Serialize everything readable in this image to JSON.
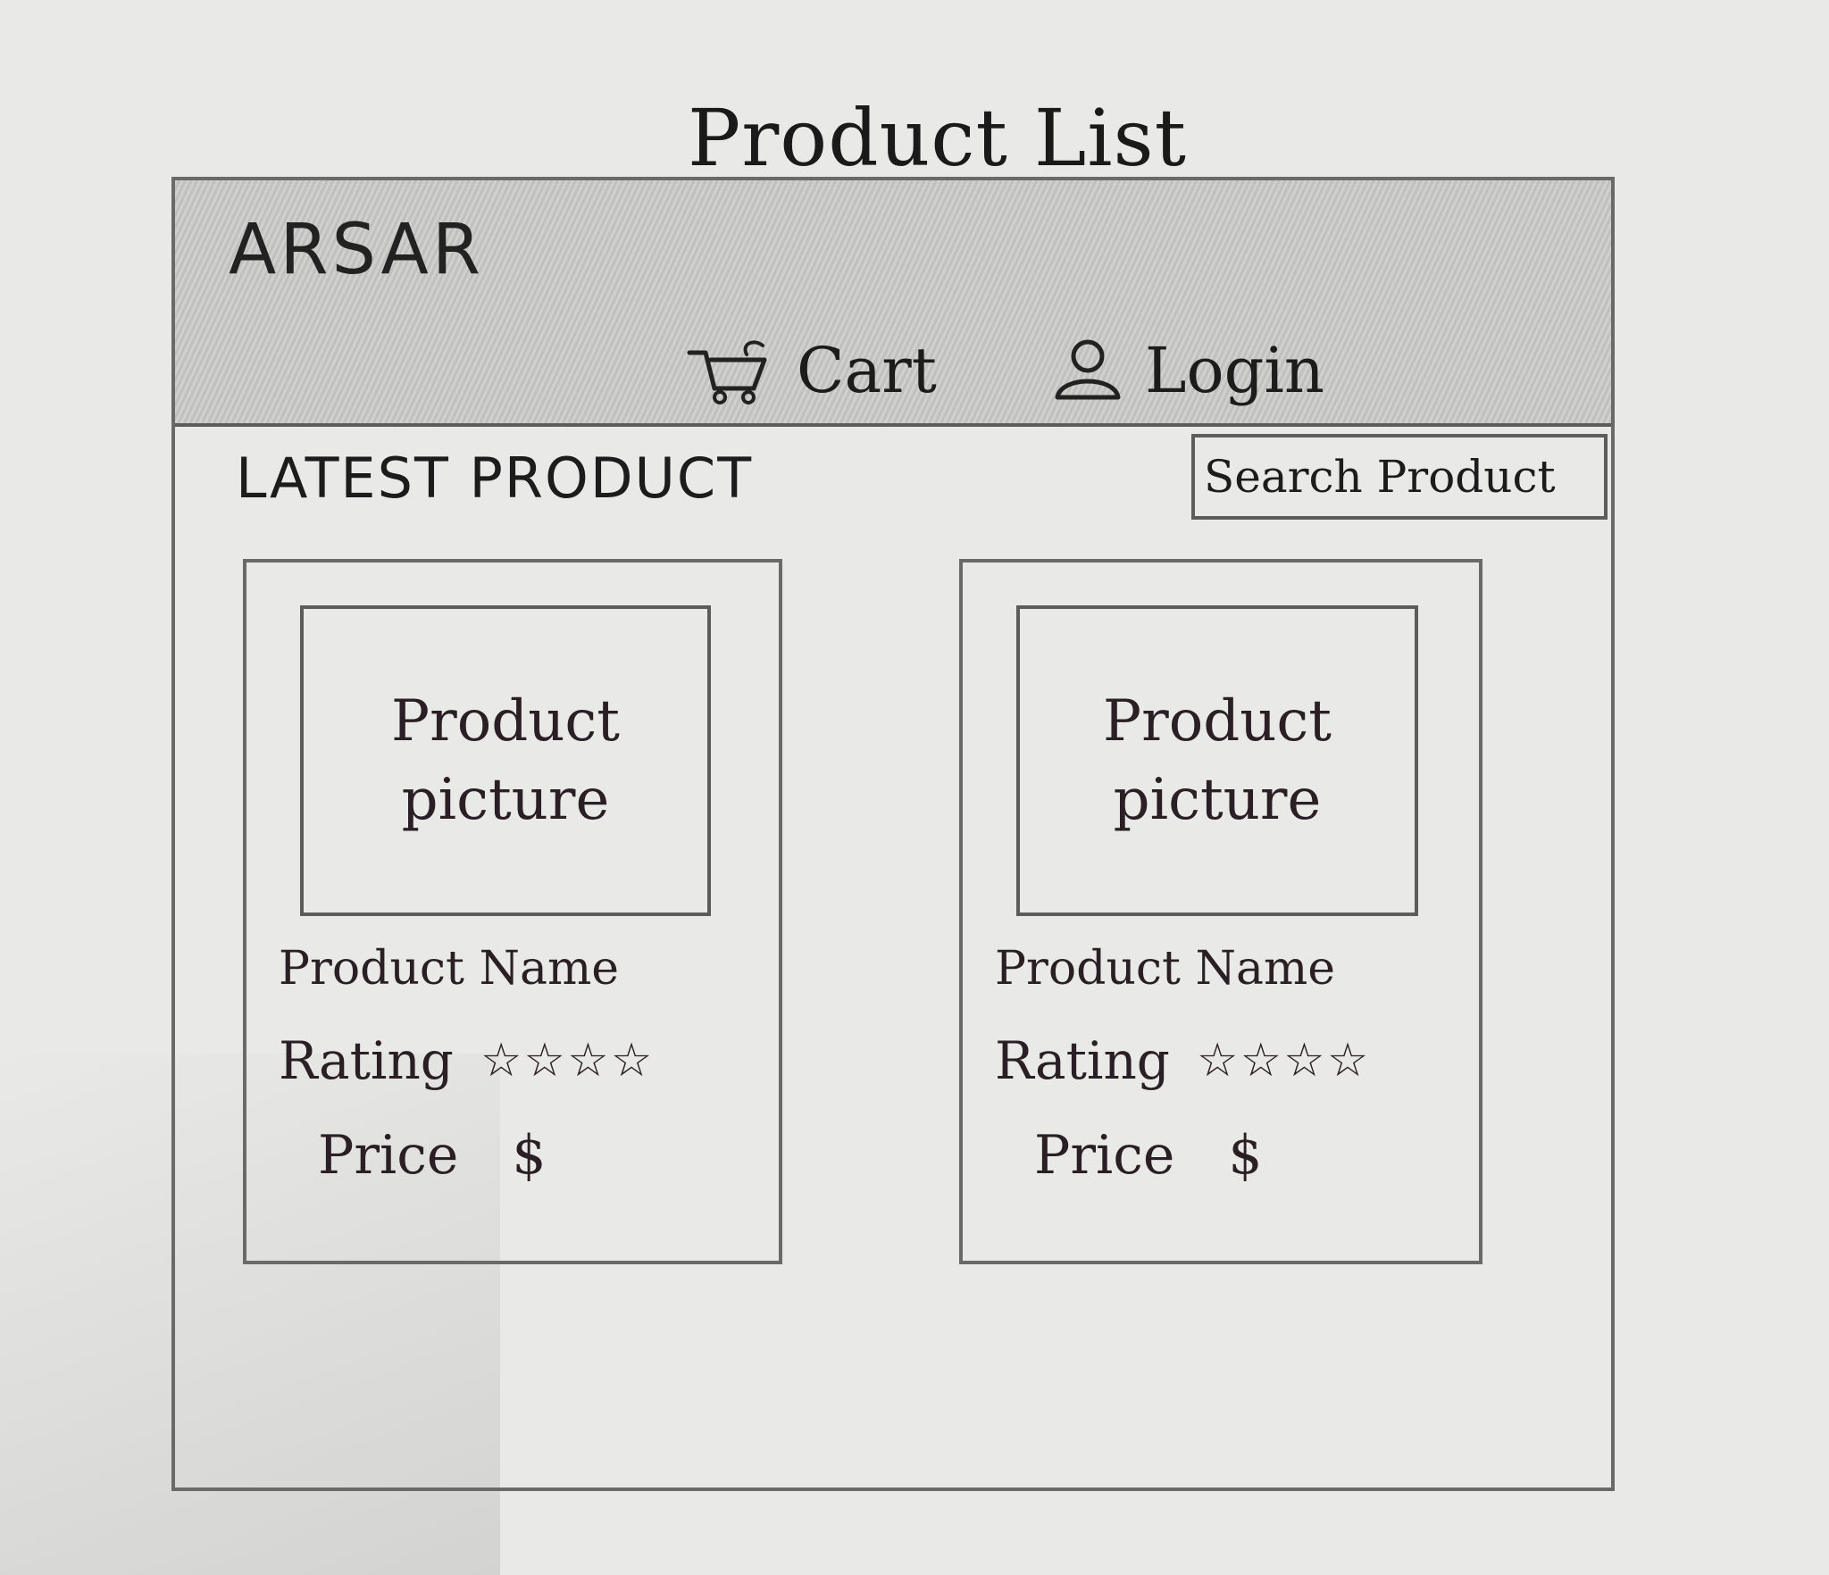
{
  "page": {
    "title": "Product List"
  },
  "header": {
    "brand": "ARSAR",
    "nav": {
      "cart_label": "Cart",
      "login_label": "Login"
    }
  },
  "main": {
    "section_title": "LATEST PRODUCT",
    "search": {
      "placeholder": "Search Product"
    },
    "products": [
      {
        "picture_label": "Product picture",
        "name": "Product Name",
        "rating_label": "Rating",
        "rating_stars": 4,
        "price_label": "Price",
        "price_value": "$"
      },
      {
        "picture_label": "Product picture",
        "name": "Product Name",
        "rating_label": "Rating",
        "rating_stars": 4,
        "price_label": "Price",
        "price_value": "$"
      }
    ]
  },
  "colors": {
    "paper": "#e9e9e7",
    "header_fill": "#c8c8c6",
    "line": "#5c5c5a",
    "ink": "#2a1f24"
  },
  "icons": {
    "cart": "cart-icon",
    "login": "user-icon",
    "star": "star-icon"
  }
}
